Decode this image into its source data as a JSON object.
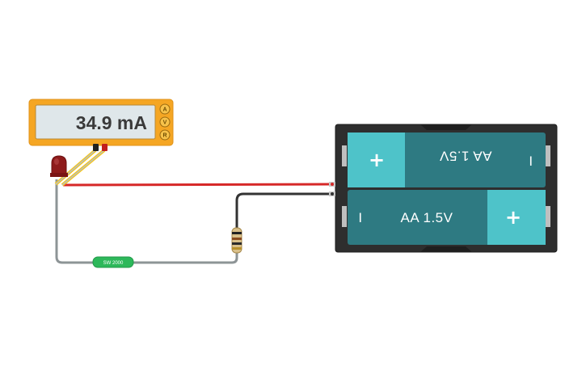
{
  "multimeter": {
    "reading": "34.9 mA",
    "modes": [
      "A",
      "V",
      "R"
    ],
    "active_mode": "A"
  },
  "battery_pack": {
    "cells": [
      {
        "label": "AA 1.5V",
        "orientation": "rotated",
        "plus": "+",
        "minus": "I"
      },
      {
        "label": "AA 1.5V",
        "orientation": "normal",
        "plus": "+",
        "minus": "I"
      }
    ]
  },
  "switch": {
    "label": "SW 2000"
  },
  "colors": {
    "meter_body": "#f5a623",
    "screen": "#dfe7ea",
    "battery_holder": "#2e2e2e",
    "cell": "#2e7a82",
    "cell_cap": "#4ec3c9",
    "wire_red": "#d62828",
    "wire_black": "#333333",
    "wire_grey": "#8d9496",
    "led": "#8e1b1b",
    "switch": "#2db85a"
  },
  "icons": [
    "multimeter-icon",
    "led-icon",
    "resistor-icon",
    "battery-icon",
    "switch-icon"
  ]
}
